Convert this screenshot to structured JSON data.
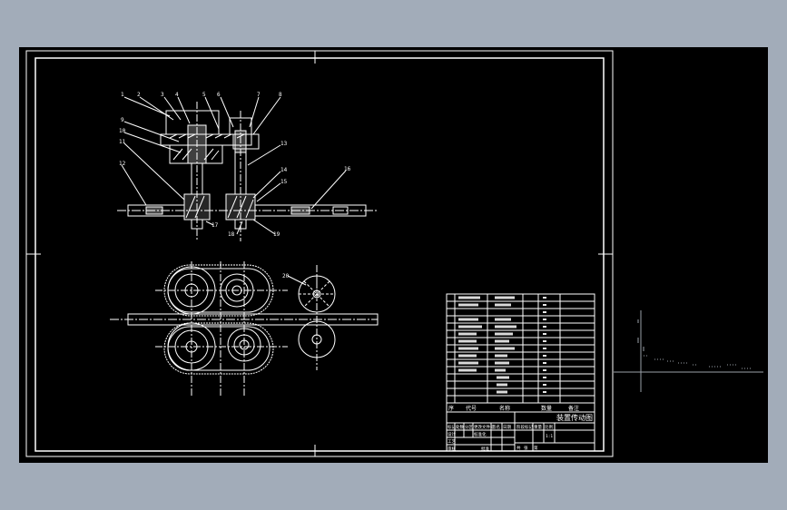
{
  "drawing": {
    "title_block": {
      "drawing_title": "装置传动图",
      "bom_header": {
        "seq": "序",
        "code": "代号",
        "name": "名称",
        "qty": "数量",
        "note": "备注"
      },
      "labels": {
        "mark": "标记",
        "count": "处数",
        "zone": "分区",
        "change_doc": "更改文件号",
        "sign": "签名",
        "date": "日期",
        "stage_mark": "阶段标记",
        "weight": "重量",
        "scale": "比例",
        "design": "设计",
        "standard": "标准化",
        "audit": "审核",
        "process": "工艺",
        "approve": "批准",
        "sheet_total": "共",
        "sheet": "张",
        "sheet_no": "第"
      },
      "scale_value": "1:1"
    },
    "balloon_numbers": [
      "1",
      "2",
      "3",
      "4",
      "5",
      "6",
      "7",
      "8",
      "9",
      "10",
      "11",
      "12",
      "13",
      "14",
      "15",
      "16",
      "17",
      "18",
      "19",
      "20"
    ]
  },
  "colors": {
    "screen_bg": "#a2acb9",
    "paper": "#000000",
    "line": "#ffffff",
    "frame_line": "#d9d9d9"
  }
}
